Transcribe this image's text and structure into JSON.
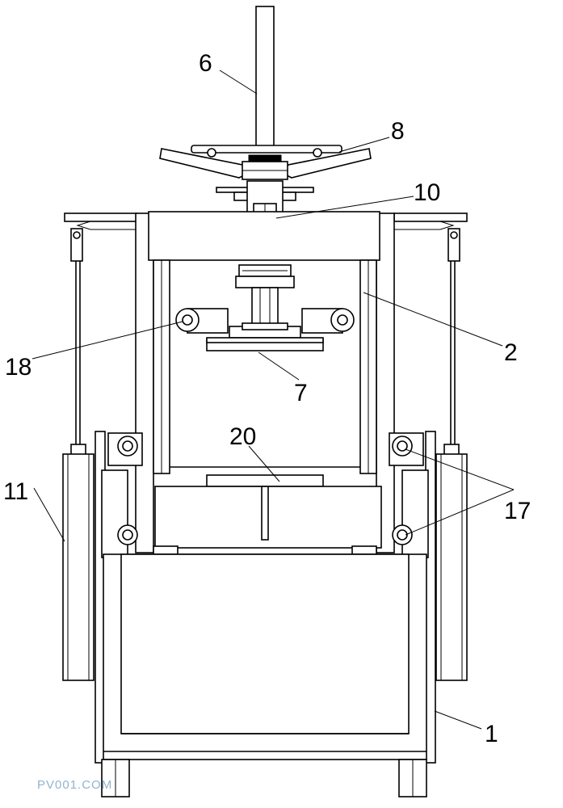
{
  "labels": {
    "l6": "6",
    "l8": "8",
    "l10": "10",
    "l2": "2",
    "l18": "18",
    "l7": "7",
    "l20": "20",
    "l11": "11",
    "l17": "17",
    "l1": "1"
  },
  "watermark": "PV001.COM"
}
